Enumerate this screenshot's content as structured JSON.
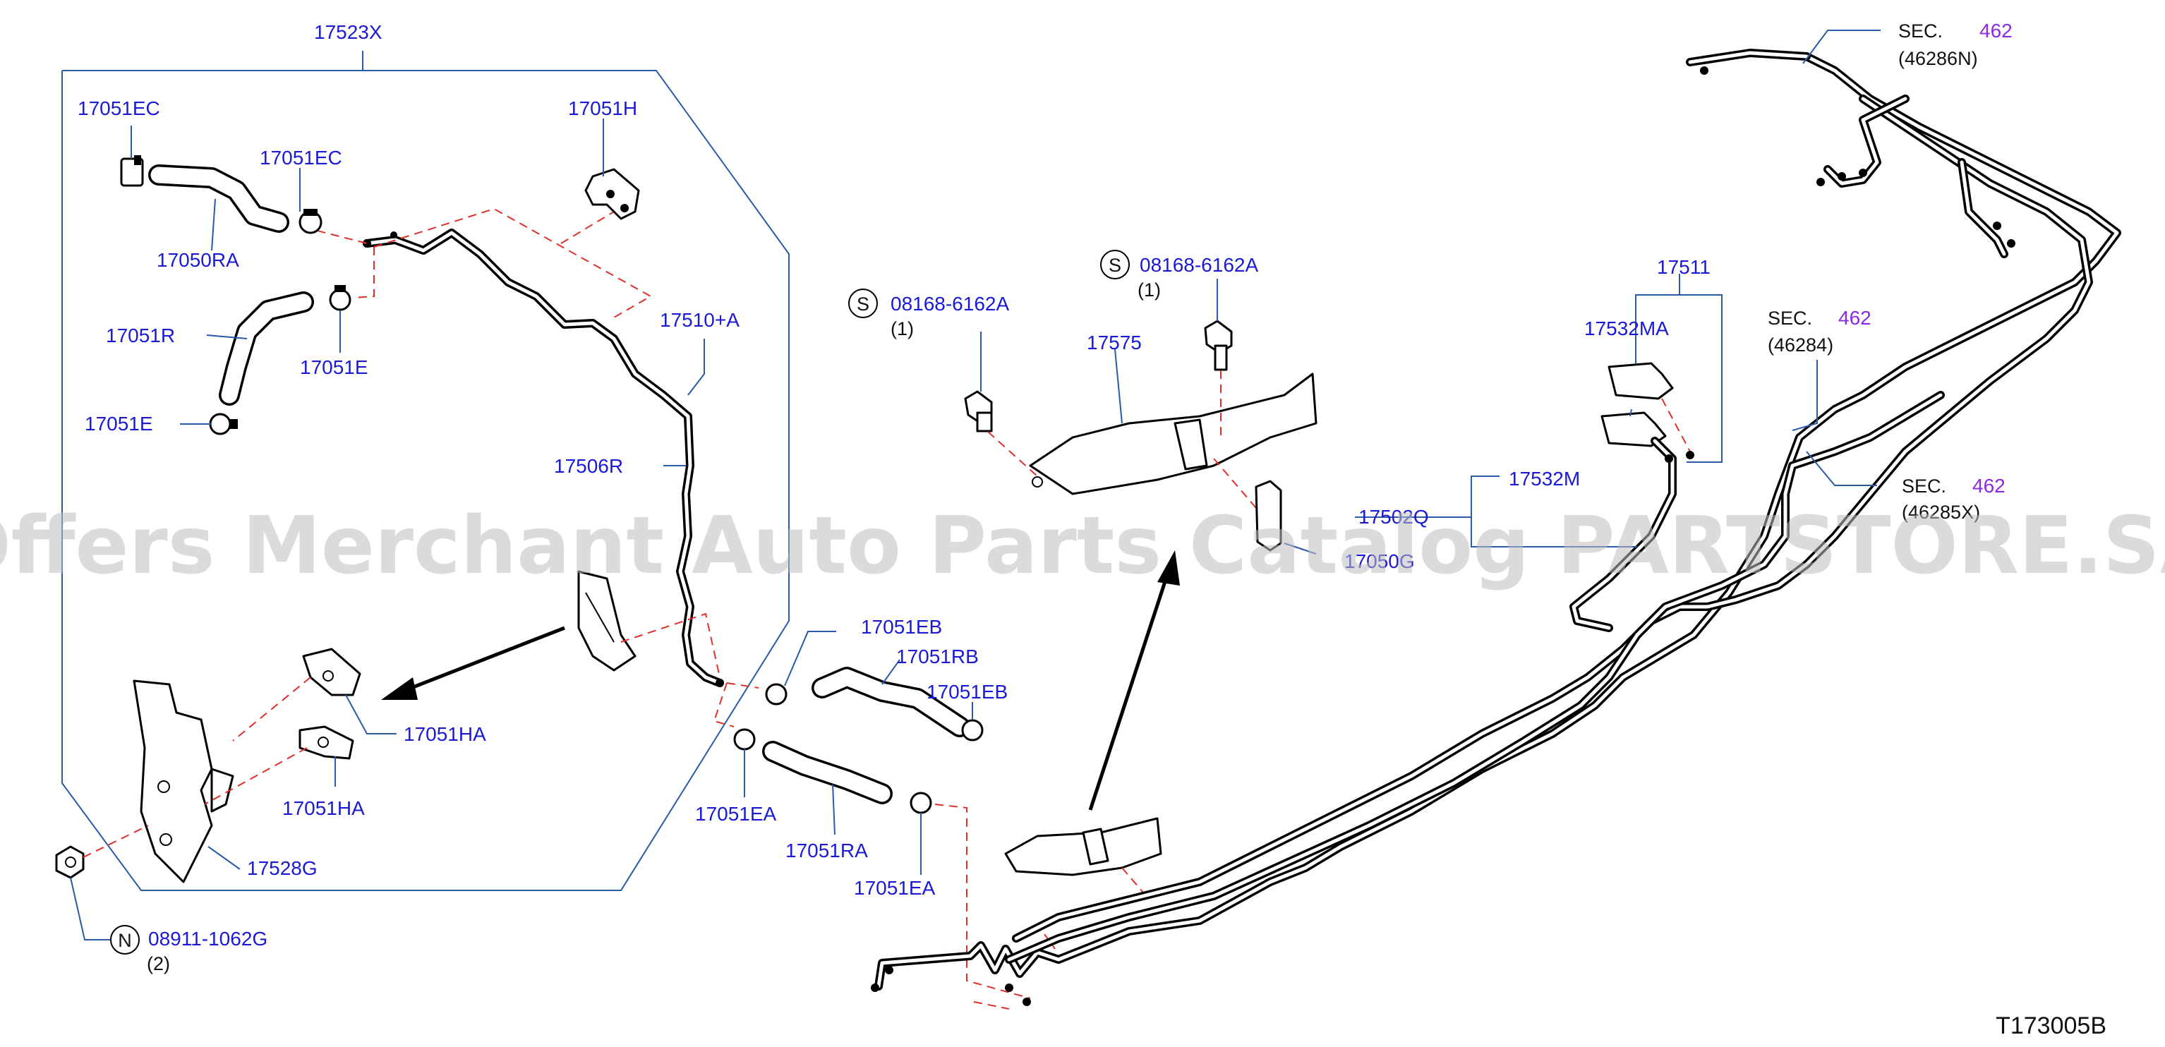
{
  "diagram": {
    "diagram_code": "T173005B",
    "watermark": "Offers Merchant Auto Parts Catalog PARTSTORE.SA",
    "colors": {
      "label": "#1a1ad6",
      "section_ref": "#8a2be2",
      "leader": "#2a5aa8",
      "dashed_leader": "#e0302a",
      "line": "#000000"
    },
    "labels": {
      "p17523X": "17523X",
      "p17051EC_a": "17051EC",
      "p17051H": "17051H",
      "p17051EC_b": "17051EC",
      "p17050RA": "17050RA",
      "p17051R": "17051R",
      "p17051E_a": "17051E",
      "p17051E_b": "17051E",
      "p17510A": "17510+A",
      "p17506R": "17506R",
      "p17051HA_a": "17051HA",
      "p17051HA_b": "17051HA",
      "p17528G": "17528G",
      "p08911": "08911-1062G",
      "p08911_qty": "(2)",
      "p08911_sym": "N",
      "p17051EB_a": "17051EB",
      "p17051RB": "17051RB",
      "p17051EB_b": "17051EB",
      "p17051EA_a": "17051EA",
      "p17051RA": "17051RA",
      "p17051EA_b": "17051EA",
      "p08168_a": "08168-6162A",
      "p08168_a_qty": "(1)",
      "p08168_a_sym": "S",
      "p08168_b": "08168-6162A",
      "p08168_b_qty": "(1)",
      "p08168_b_sym": "S",
      "p17575": "17575",
      "p17511": "17511",
      "p17532MA": "17532MA",
      "p17532M": "17532M",
      "p17502Q": "17502Q",
      "p17050G": "17050G",
      "sec_label_1": "SEC.",
      "sec_num_1": "462",
      "sec_ref_1": "(46286N)",
      "sec_label_2": "SEC.",
      "sec_num_2": "462",
      "sec_ref_2": "(46284)",
      "sec_label_3": "SEC.",
      "sec_num_3": "462",
      "sec_ref_3": "(46285X)"
    }
  }
}
